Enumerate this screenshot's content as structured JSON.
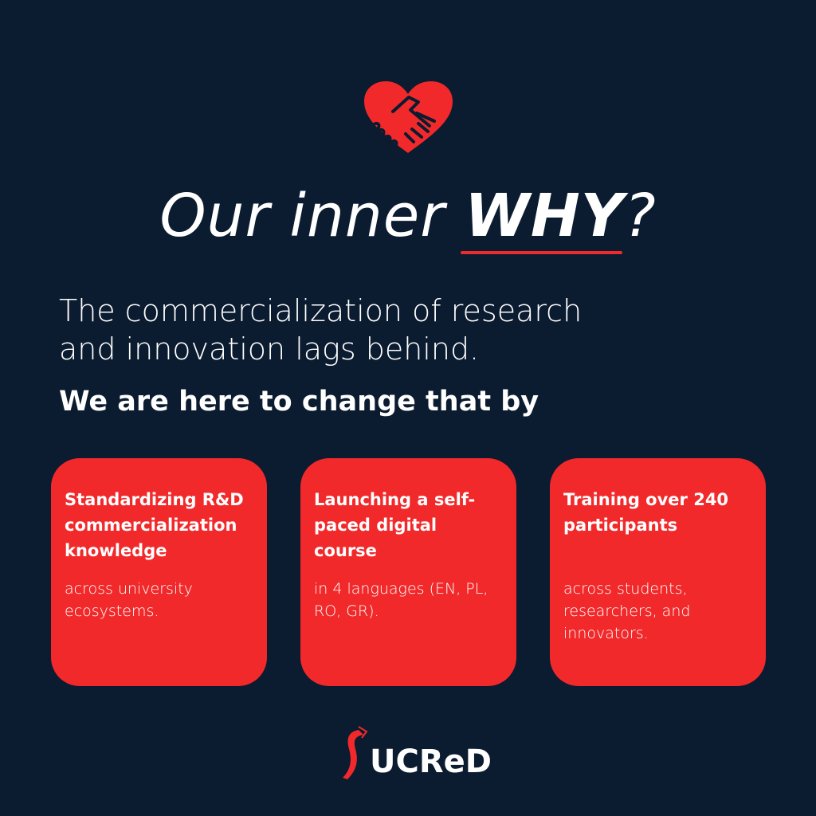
{
  "icons": {
    "heart": "heart-handshake-icon",
    "logo": "sucred-logo"
  },
  "colors": {
    "background": "#0b1b30",
    "accent": "#f2292b"
  },
  "title": {
    "prefix": "Our inner ",
    "emphasis": "WHY",
    "suffix": "?"
  },
  "lead": {
    "line1": "The commercialization of research",
    "line2": "and innovation lags behind."
  },
  "subhead": "We are here to change that by",
  "cards": [
    {
      "title": "Standardizing R&D commercialization knowledge",
      "description": "across university ecosystems."
    },
    {
      "title": "Launching a self-paced digital course",
      "description": "in 4 languages (EN, PL, RO, GR)."
    },
    {
      "title": "Training over 240 participants",
      "description": "across students, researchers, and innovators."
    }
  ],
  "logo": {
    "text": "UCReD",
    "full": "SUCReD"
  }
}
